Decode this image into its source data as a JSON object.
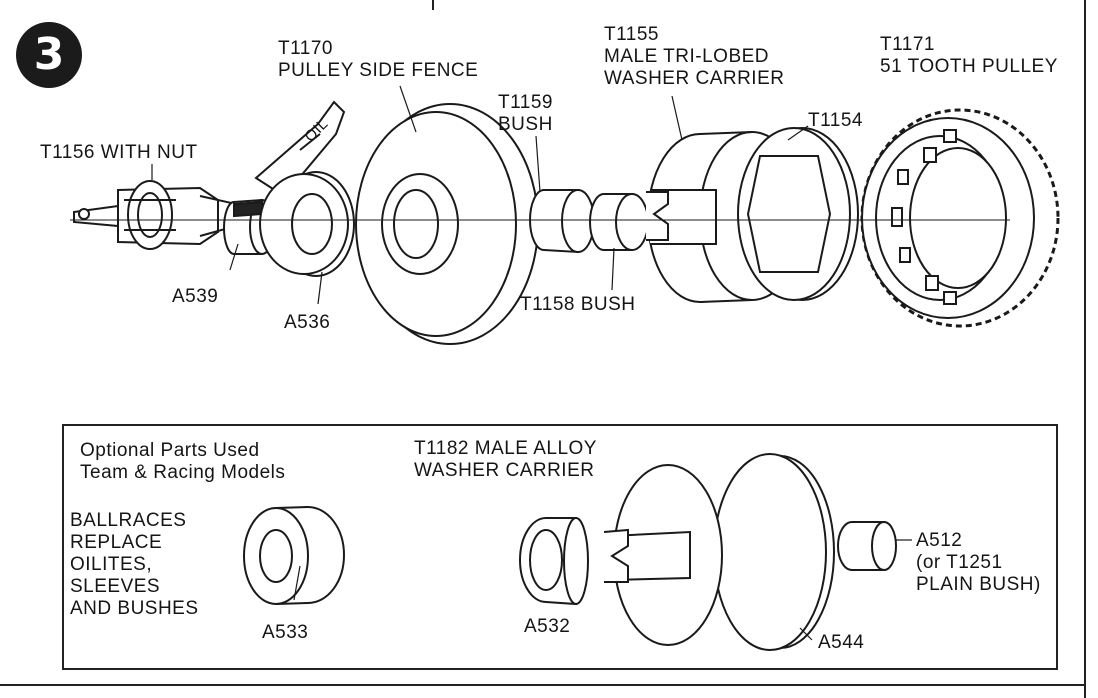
{
  "step": {
    "number": "3"
  },
  "labels": {
    "t1170": "T1170\nPULLEY SIDE FENCE",
    "t1155": "T1155\nMALE TRI-LOBED\nWASHER CARRIER",
    "t1171": "T1171\n51 TOOTH PULLEY",
    "t1159": "T1159\nBUSH",
    "t1154": "T1154",
    "t1156": "T1156 WITH NUT",
    "oil": "OIL",
    "a539": "A539",
    "a536": "A536",
    "t1158": "T1158 BUSH"
  },
  "optional": {
    "header": "Optional Parts Used\nTeam & Racing Models",
    "note": "BALLRACES\nREPLACE\nOILITES,\nSLEEVES\nAND BUSHES",
    "t1182": "T1182 MALE ALLOY\nWASHER CARRIER",
    "a533": "A533",
    "a532": "A532",
    "a544": "A544",
    "a512": "A512\n(or T1251\nPLAIN BUSH)"
  }
}
